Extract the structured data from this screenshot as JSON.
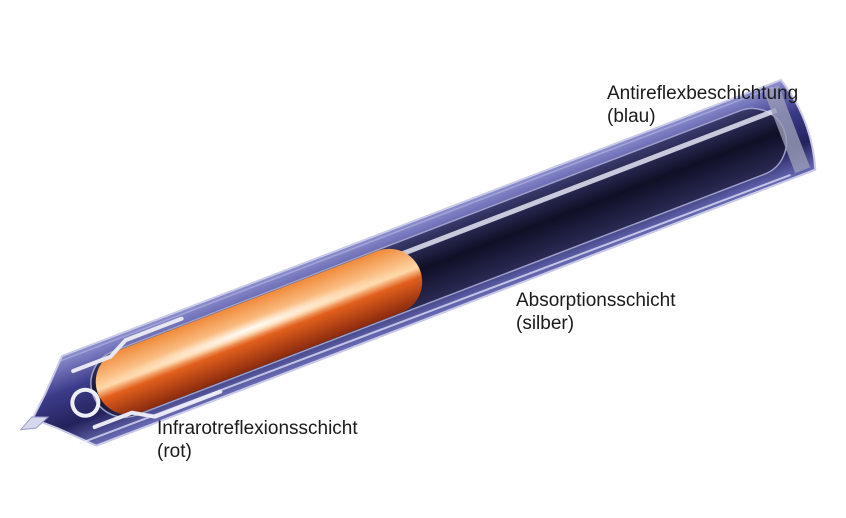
{
  "labels": {
    "antireflex": {
      "line1": "Antireflexbeschichtung",
      "line2": "(blau)"
    },
    "absorption": {
      "line1": "Absorptionsschicht",
      "line2": "(silber)"
    },
    "infrarot": {
      "line1": "Infrarotreflexionsschicht",
      "line2": "(rot)"
    }
  },
  "colors": {
    "antireflex_layer": "#2b2a6e",
    "absorption_layer": "#1b1a3a",
    "infrared_layer": "#d9531a",
    "glass_edge": "#c9cbe6"
  }
}
